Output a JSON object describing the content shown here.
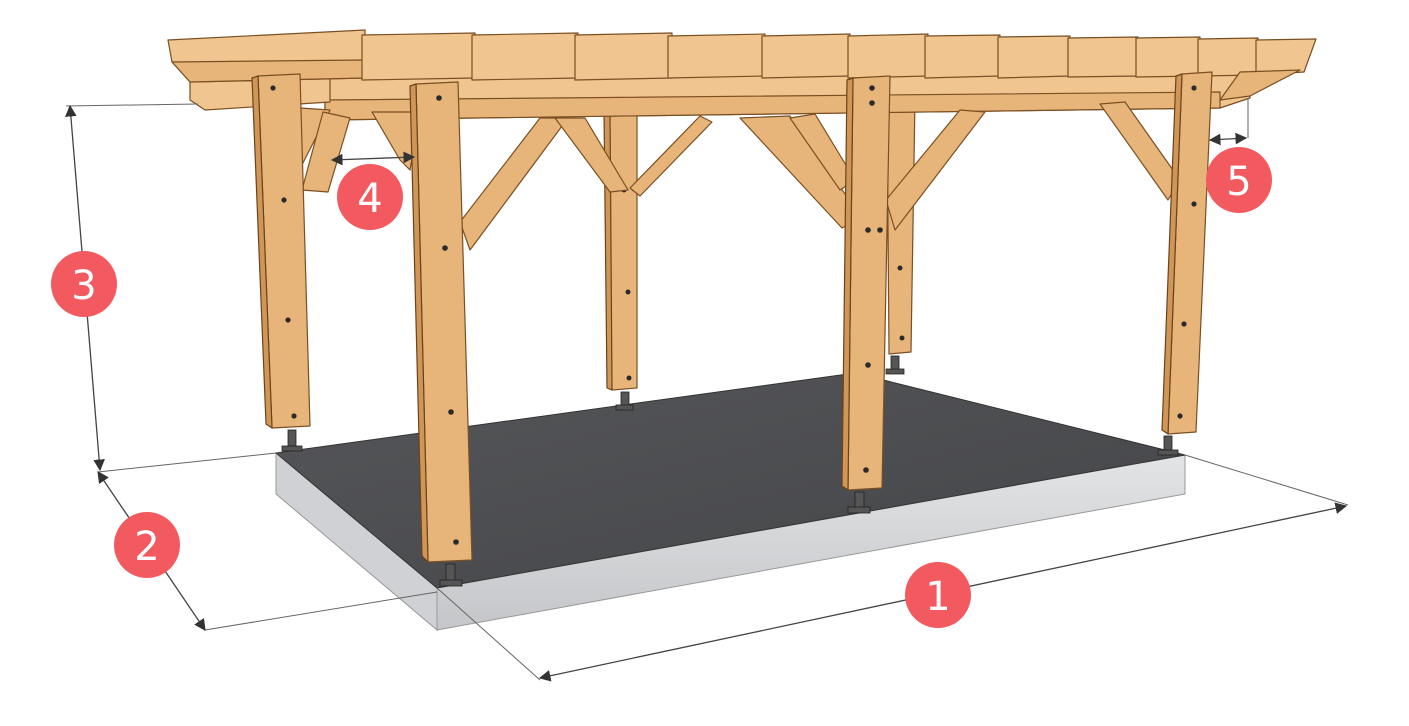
{
  "callouts": [
    {
      "id": "1",
      "label": "1",
      "color": "#f25a60"
    },
    {
      "id": "2",
      "label": "2",
      "color": "#f25a60"
    },
    {
      "id": "3",
      "label": "3",
      "color": "#f25a60"
    },
    {
      "id": "4",
      "label": "4",
      "color": "#f25a60"
    },
    {
      "id": "5",
      "label": "5",
      "color": "#f25a60"
    }
  ],
  "colors": {
    "slab_top": "#4b4c4f",
    "slab_side": "#d2d4d6",
    "timber": "#e7b57a",
    "callout": "#f25a60"
  }
}
